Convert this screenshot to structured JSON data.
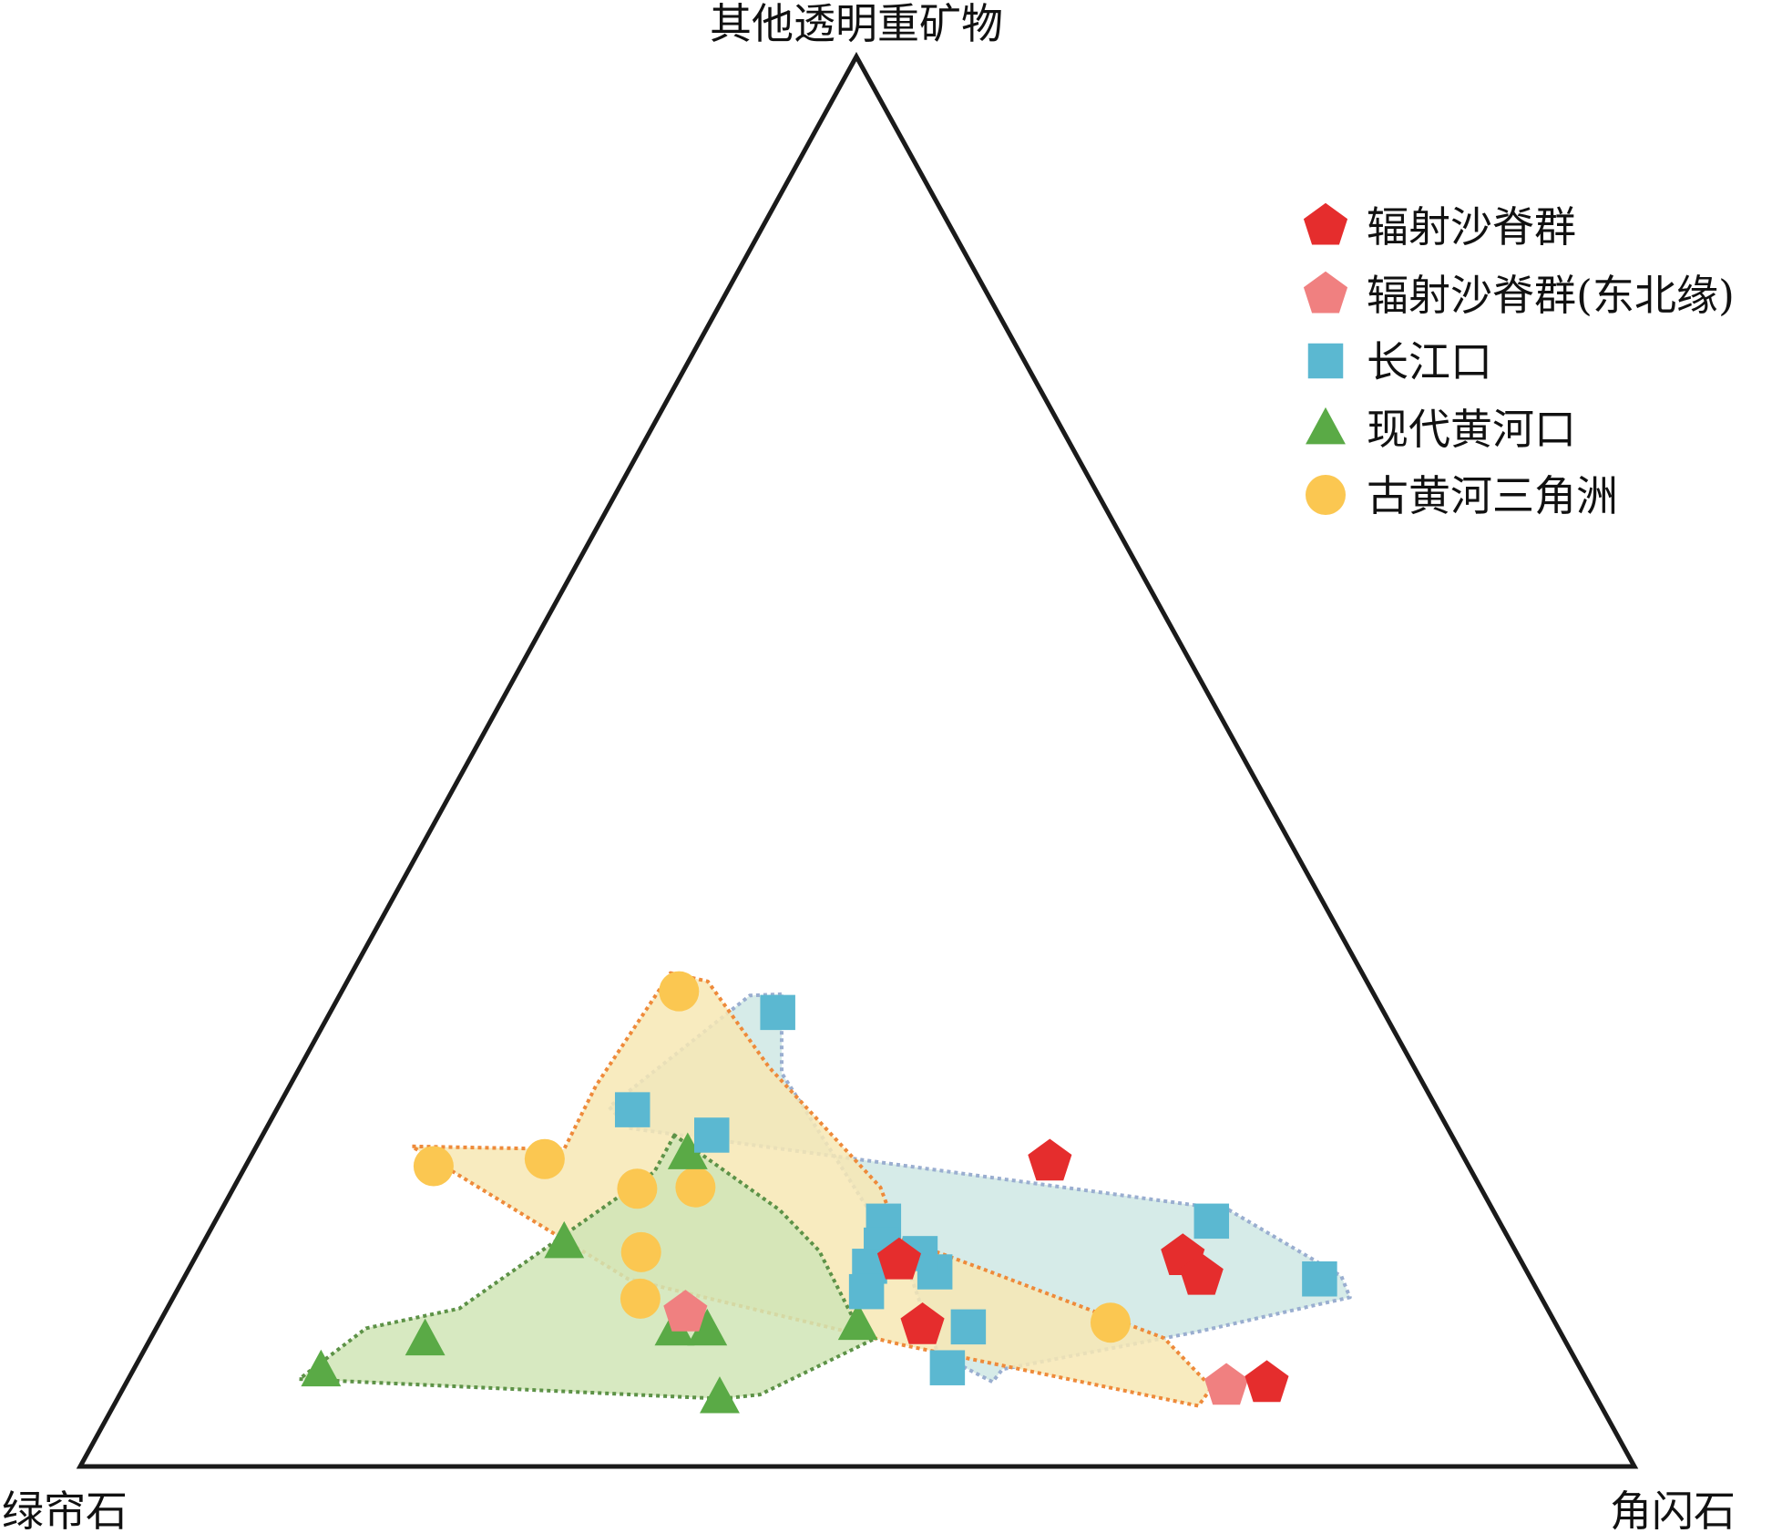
{
  "chart_data": {
    "type": "scatter",
    "subtype": "ternary",
    "title": "",
    "vertices": {
      "top": "其他透明重矿物",
      "left": "绿帘石",
      "right": "角闪石"
    },
    "components_order": [
      "其他透明重矿物",
      "绿帘石",
      "角闪石"
    ],
    "units": "proportion (0–1, each point sums to 1)",
    "legend": {
      "position": "top-right",
      "items": [
        {
          "key": "radial",
          "label": "辐射沙脊群"
        },
        {
          "key": "radial_ne",
          "label": "辐射沙脊群(东北缘)"
        },
        {
          "key": "yangtze",
          "label": "长江口"
        },
        {
          "key": "modern_yr",
          "label": "现代黄河口"
        },
        {
          "key": "old_yr",
          "label": "古黄河三角洲"
        }
      ]
    },
    "series": [
      {
        "key": "radial",
        "name": "辐射沙脊群",
        "marker": "pentagon",
        "color": "#e52d2d",
        "points": [
          {
            "top": 0.216,
            "left": 0.268,
            "right": 0.516
          },
          {
            "top": 0.149,
            "left": 0.216,
            "right": 0.635
          },
          {
            "top": 0.135,
            "left": 0.211,
            "right": 0.654
          },
          {
            "top": 0.146,
            "left": 0.4,
            "right": 0.454
          },
          {
            "top": 0.1,
            "left": 0.408,
            "right": 0.492
          },
          {
            "top": 0.059,
            "left": 0.207,
            "right": 0.734
          }
        ]
      },
      {
        "key": "radial_ne",
        "name": "辐射沙脊群(东北缘)",
        "marker": "pentagon",
        "color": "#f08080",
        "points": [
          {
            "top": 0.109,
            "left": 0.556,
            "right": 0.335
          },
          {
            "top": 0.057,
            "left": 0.234,
            "right": 0.709
          }
        ]
      },
      {
        "key": "yangtze",
        "name": "长江口",
        "marker": "square",
        "color": "#5bb8d1",
        "points": [
          {
            "top": 0.322,
            "left": 0.39,
            "right": 0.288
          },
          {
            "top": 0.253,
            "left": 0.518,
            "right": 0.229
          },
          {
            "top": 0.235,
            "left": 0.476,
            "right": 0.289
          },
          {
            "top": 0.174,
            "left": 0.396,
            "right": 0.43
          },
          {
            "top": 0.157,
            "left": 0.406,
            "right": 0.437
          },
          {
            "top": 0.142,
            "left": 0.421,
            "right": 0.437
          },
          {
            "top": 0.138,
            "left": 0.381,
            "right": 0.481
          },
          {
            "top": 0.151,
            "left": 0.384,
            "right": 0.465
          },
          {
            "top": 0.124,
            "left": 0.432,
            "right": 0.444
          },
          {
            "top": 0.174,
            "left": 0.185,
            "right": 0.641
          },
          {
            "top": 0.133,
            "left": 0.136,
            "right": 0.731
          },
          {
            "top": 0.099,
            "left": 0.379,
            "right": 0.522
          },
          {
            "top": 0.07,
            "left": 0.407,
            "right": 0.523
          }
        ]
      },
      {
        "key": "modern_yr",
        "name": "现代黄河口",
        "marker": "triangle",
        "color": "#5aaa46",
        "points": [
          {
            "top": 0.222,
            "left": 0.498,
            "right": 0.28
          },
          {
            "top": 0.159,
            "left": 0.609,
            "right": 0.232
          },
          {
            "top": 0.09,
            "left": 0.733,
            "right": 0.177
          },
          {
            "top": 0.097,
            "left": 0.569,
            "right": 0.334
          },
          {
            "top": 0.097,
            "left": 0.548,
            "right": 0.355
          },
          {
            "top": 0.101,
            "left": 0.449,
            "right": 0.45
          },
          {
            "top": 0.068,
            "left": 0.811,
            "right": 0.121
          },
          {
            "top": 0.049,
            "left": 0.564,
            "right": 0.387
          }
        ]
      },
      {
        "key": "old_yr",
        "name": "古黄河三角洲",
        "marker": "circle",
        "color": "#fbc751",
        "points": [
          {
            "top": 0.337,
            "left": 0.446,
            "right": 0.217
          },
          {
            "top": 0.218,
            "left": 0.592,
            "right": 0.19
          },
          {
            "top": 0.213,
            "left": 0.666,
            "right": 0.121
          },
          {
            "top": 0.197,
            "left": 0.543,
            "right": 0.26
          },
          {
            "top": 0.198,
            "left": 0.505,
            "right": 0.297
          },
          {
            "top": 0.152,
            "left": 0.563,
            "right": 0.285
          },
          {
            "top": 0.119,
            "left": 0.58,
            "right": 0.301
          },
          {
            "top": 0.102,
            "left": 0.286,
            "right": 0.612
          }
        ]
      }
    ],
    "regions": [
      {
        "key": "yangtze",
        "fill": "#cfe7e4",
        "stroke": "#9aaed0",
        "points": [
          {
            "top": 0.335,
            "left": 0.381,
            "right": 0.284
          },
          {
            "top": 0.334,
            "left": 0.402,
            "right": 0.264
          },
          {
            "top": 0.255,
            "left": 0.532,
            "right": 0.213
          },
          {
            "top": 0.24,
            "left": 0.527,
            "right": 0.233
          },
          {
            "top": 0.182,
            "left": 0.17,
            "right": 0.648
          },
          {
            "top": 0.135,
            "left": 0.121,
            "right": 0.744
          },
          {
            "top": 0.12,
            "left": 0.123,
            "right": 0.757
          },
          {
            "top": 0.096,
            "left": 0.231,
            "right": 0.673
          },
          {
            "top": 0.069,
            "left": 0.372,
            "right": 0.559
          },
          {
            "top": 0.06,
            "left": 0.383,
            "right": 0.557
          },
          {
            "top": 0.08,
            "left": 0.408,
            "right": 0.512
          },
          {
            "top": 0.146,
            "left": 0.396,
            "right": 0.458
          },
          {
            "top": 0.187,
            "left": 0.402,
            "right": 0.411
          },
          {
            "top": 0.279,
            "left": 0.409,
            "right": 0.312
          }
        ]
      },
      {
        "key": "old_yr",
        "fill": "#f7e7b4",
        "stroke": "#ee8a3a",
        "points": [
          {
            "top": 0.35,
            "left": 0.445,
            "right": 0.205
          },
          {
            "top": 0.344,
            "left": 0.424,
            "right": 0.232
          },
          {
            "top": 0.283,
            "left": 0.415,
            "right": 0.302
          },
          {
            "top": 0.198,
            "left": 0.386,
            "right": 0.416
          },
          {
            "top": 0.162,
            "left": 0.392,
            "right": 0.446
          },
          {
            "top": 0.14,
            "left": 0.349,
            "right": 0.511
          },
          {
            "top": 0.091,
            "left": 0.257,
            "right": 0.652
          },
          {
            "top": 0.056,
            "left": 0.244,
            "right": 0.7
          },
          {
            "top": 0.043,
            "left": 0.259,
            "right": 0.698
          },
          {
            "top": 0.086,
            "left": 0.427,
            "right": 0.487
          },
          {
            "top": 0.133,
            "left": 0.581,
            "right": 0.286
          },
          {
            "top": 0.227,
            "left": 0.673,
            "right": 0.1
          },
          {
            "top": 0.225,
            "left": 0.576,
            "right": 0.199
          },
          {
            "top": 0.27,
            "left": 0.533,
            "right": 0.197
          }
        ]
      },
      {
        "key": "modern_yr",
        "fill": "#d0e5b6",
        "stroke": "#5d9247",
        "points": [
          {
            "top": 0.235,
            "left": 0.5,
            "right": 0.265
          },
          {
            "top": 0.209,
            "left": 0.526,
            "right": 0.265
          },
          {
            "top": 0.112,
            "left": 0.7,
            "right": 0.188
          },
          {
            "top": 0.098,
            "left": 0.767,
            "right": 0.135
          },
          {
            "top": 0.062,
            "left": 0.828,
            "right": 0.11
          },
          {
            "top": 0.048,
            "left": 0.563,
            "right": 0.389
          },
          {
            "top": 0.051,
            "left": 0.537,
            "right": 0.412
          },
          {
            "top": 0.09,
            "left": 0.445,
            "right": 0.465
          },
          {
            "top": 0.106,
            "left": 0.45,
            "right": 0.444
          },
          {
            "top": 0.153,
            "left": 0.448,
            "right": 0.399
          },
          {
            "top": 0.182,
            "left": 0.459,
            "right": 0.359
          }
        ]
      }
    ]
  }
}
